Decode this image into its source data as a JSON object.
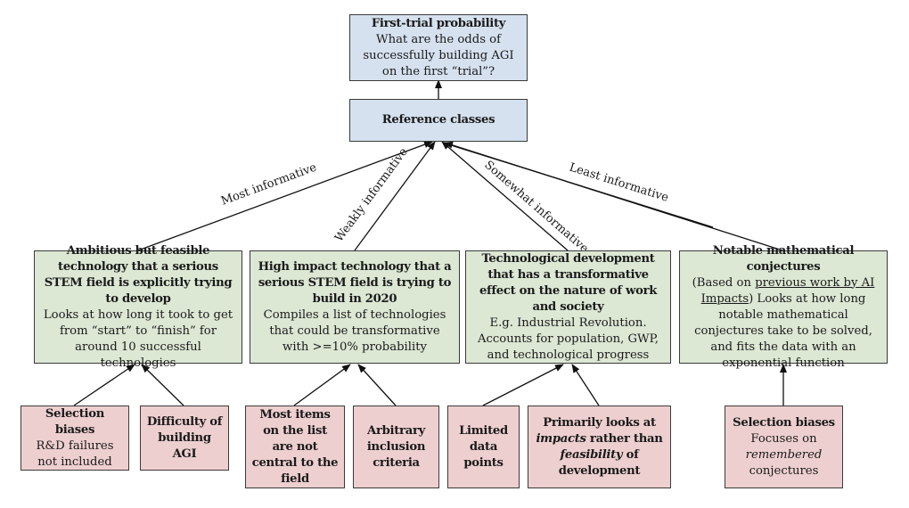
{
  "top": {
    "title": "First-trial probability",
    "description": "What are the odds of successfully building AGI on the first “trial”?"
  },
  "reference": {
    "title": "Reference classes"
  },
  "edge_labels": {
    "most": "Most informative",
    "weakly": "Weakly informative",
    "somewhat": "Somewhat informative",
    "least": "Least informative"
  },
  "classes": [
    {
      "title": "Ambitious but feasible technology that a serious STEM field is explicitly trying to develop",
      "description": "Looks at how long it took to get from “start” to “finish” for around 10 successful technologies"
    },
    {
      "title": "High impact technology that a serious STEM field is trying to build in 2020",
      "description": "Compiles a list of technologies that could be transformative with >=10% probability"
    },
    {
      "title": "Technological development that has a transformative effect on the nature of work and society",
      "description": "E.g. Industrial Revolution. Accounts for population, GWP, and technological progress"
    },
    {
      "title": "Notable mathematical conjectures",
      "desc_pre": "(Based on ",
      "desc_link": "previous work by AI Impacts",
      "desc_post": ") Looks at how long notable mathematical conjectures take to be solved, and fits the data with an exponential function"
    }
  ],
  "caveats": {
    "selection_biases_1": {
      "title": "Selection biases",
      "description": "R&D failures not included"
    },
    "difficulty": {
      "title": "Difficulty of building AGI"
    },
    "most_items": {
      "text": "Most items on the list are not central to the field"
    },
    "arbitrary": {
      "text": "Arbitrary inclusion criteria"
    },
    "limited": {
      "text": "Limited data points"
    },
    "primarily": {
      "pre": "Primarily looks at ",
      "em1": "impacts",
      "mid": " rather than ",
      "em2": "feasibility",
      "post": " of development"
    },
    "selection_biases_2": {
      "title": "Selection biases",
      "pre": "Focuses on ",
      "em": "remembered",
      "post": " conjectures"
    }
  },
  "colors": {
    "blue_fill": "#d6e1ef",
    "green_fill": "#dce7d4",
    "red_fill": "#eecfcf",
    "stroke": "#3a3a3a"
  }
}
